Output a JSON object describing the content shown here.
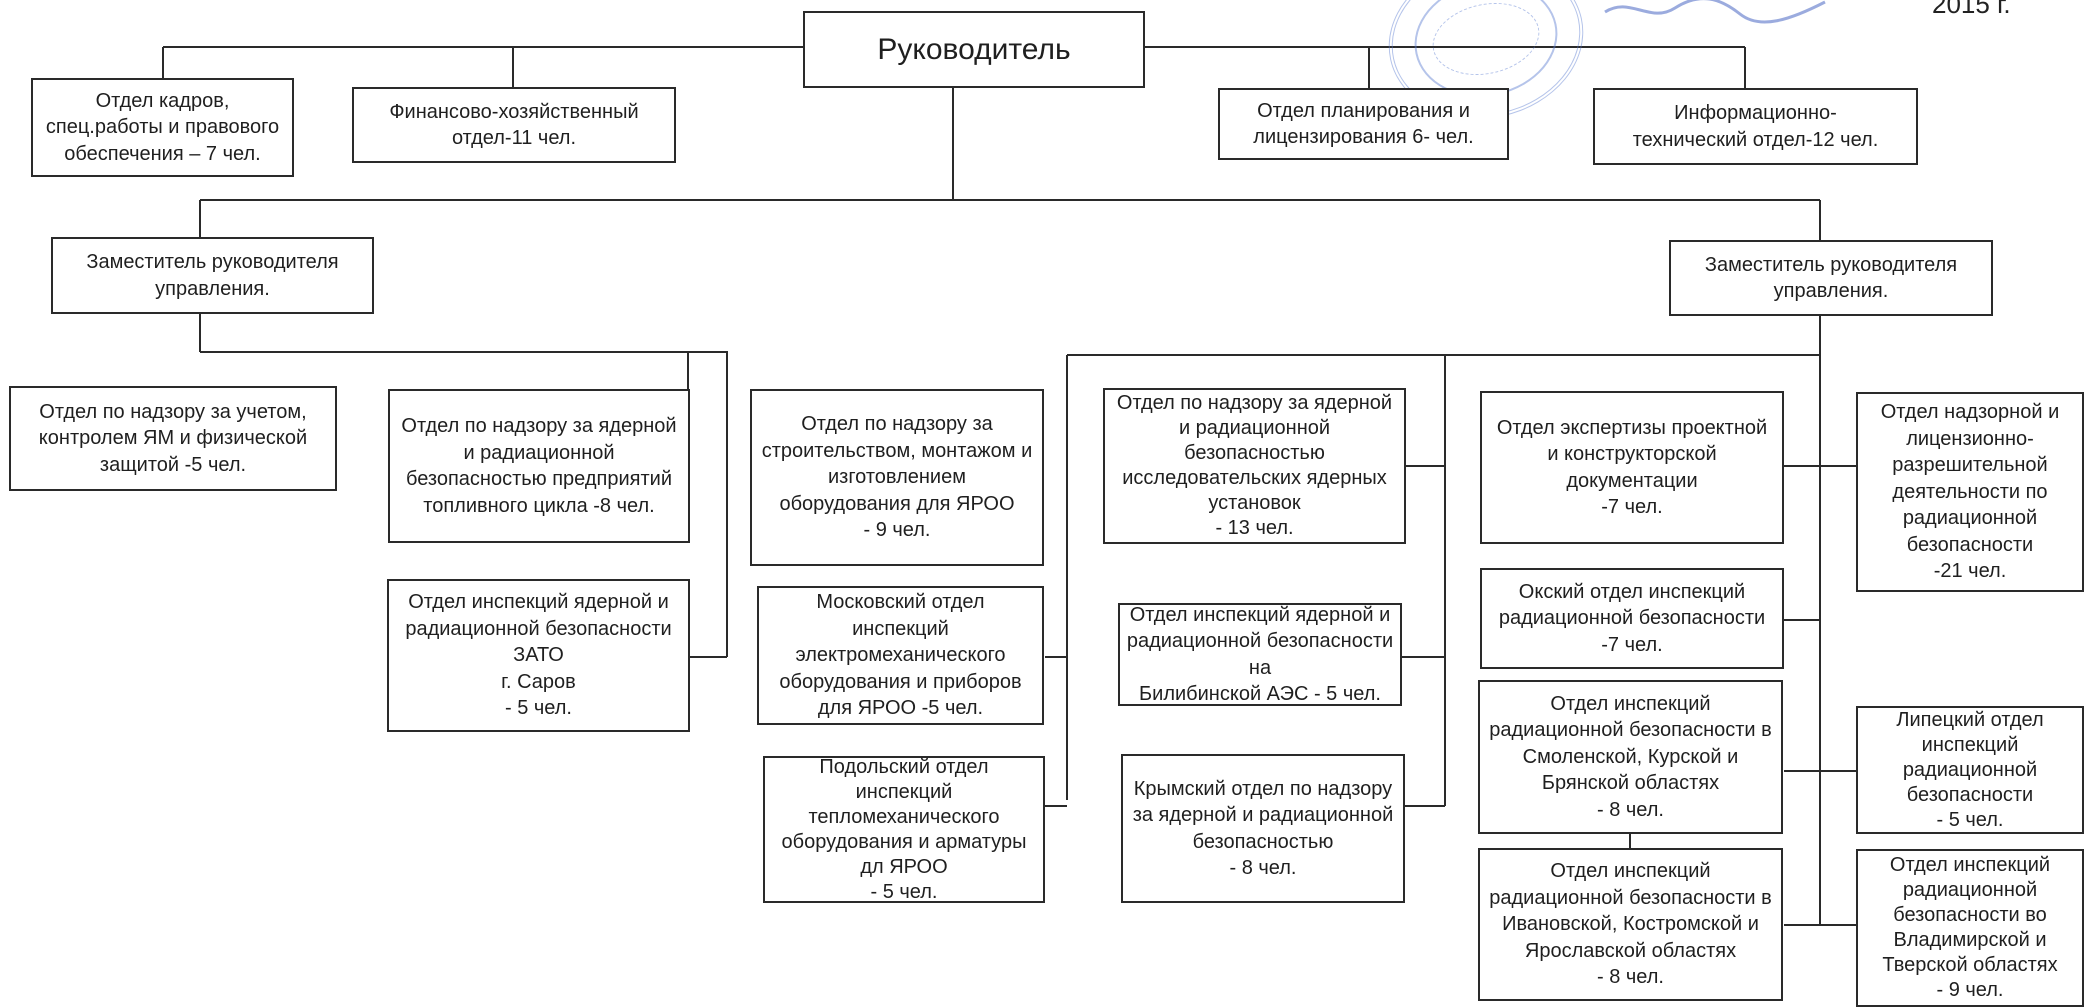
{
  "header": {
    "year_fragment": "2015 г."
  },
  "root": {
    "label": "Руководитель"
  },
  "direct_units": [
    "Отдел кадров,\nспец.работы и правового\nобеспечения – 7 чел.",
    "Финансово-хозяйственный\nотдел-11 чел.",
    "Отдел планирования и\nлицензирования 6- чел.",
    "Информационно-\nтехнический отдел-12 чел."
  ],
  "deputies": [
    "Заместитель руководителя\nуправления.",
    "Заместитель руководителя\nуправления."
  ],
  "left_branch": [
    "Отдел по надзору за учетом,\nконтролем ЯМ и физической\nзащитой -5 чел.",
    "Отдел по надзору за ядерной\nи радиационной\nбезопасностью предприятий\nтопливного цикла -8 чел.",
    "Отдел инспекций ядерной и\nрадиационной безопасности\nЗАТО\nг. Саров\n- 5 чел.",
    "Отдел по надзору за\nстроительством, монтажом и\nизготовлением\nоборудования для ЯРОО\n- 9 чел."
  ],
  "right_branch": [
    "Московский отдел\nинспекций\nэлектромеханического\nоборудования и приборов\nдля ЯРОО  -5 чел.",
    "Подольский отдел\nинспекций\nтепломеханического\nоборудования и арматуры\nдл ЯРОО\n- 5 чел.",
    "Отдел по надзору за ядерной\nи радиационной\nбезопасностью\nисследовательских ядерных\nустановок\n- 13 чел.",
    "Отдел инспекций ядерной и\nрадиационной безопасности\nна\nБилибинской АЭС - 5 чел.",
    "Крымский отдел по надзору\nза  ядерной и радиационной\nбезопасностью\n- 8 чел.",
    "Отдел экспертизы проектной\nи конструкторской\nдокументации\n-7 чел.",
    "Окский отдел инспекций\nрадиационной безопасности\n-7 чел.",
    "Отдел инспекций\nрадиационной безопасности в\nСмоленской, Курской и\nБрянской областях\n- 8 чел.",
    "Отдел инспекций\nрадиационной безопасности в\nИвановской, Костромской и\nЯрославской областях\n- 8 чел.",
    "Отдел  надзорной и\nлицензионно-\nразрешительной\nдеятельности по\nрадиационной\nбезопасности\n-21 чел.",
    "Липецкий отдел\nинспекций\nрадиационной\nбезопасности\n- 5 чел.",
    "Отдел инспекций\nрадиационной\nбезопасности во\nВладимирской и\nТверской областях\n- 9 чел."
  ]
}
